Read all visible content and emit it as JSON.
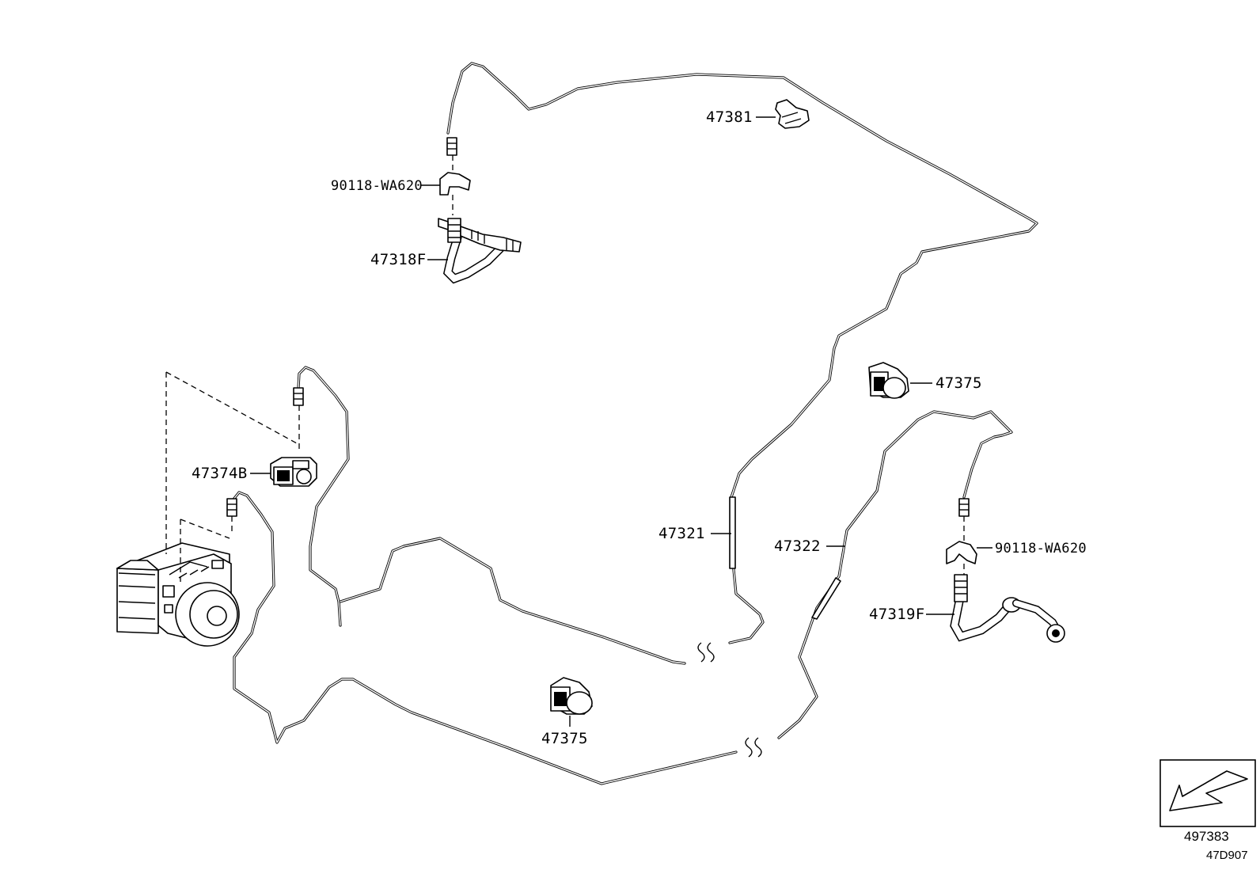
{
  "callouts": {
    "p47381": "47381",
    "p90118_top": "90118-WA620",
    "p47318F": "47318F",
    "p47375_right": "47375",
    "p47374B": "47374B",
    "p47321": "47321",
    "p47322": "47322",
    "p90118_right": "90118-WA620",
    "p47319F": "47319F",
    "p47375_bottom": "47375"
  },
  "reference": {
    "view_code": "497383",
    "diagram_code": "47D907"
  }
}
